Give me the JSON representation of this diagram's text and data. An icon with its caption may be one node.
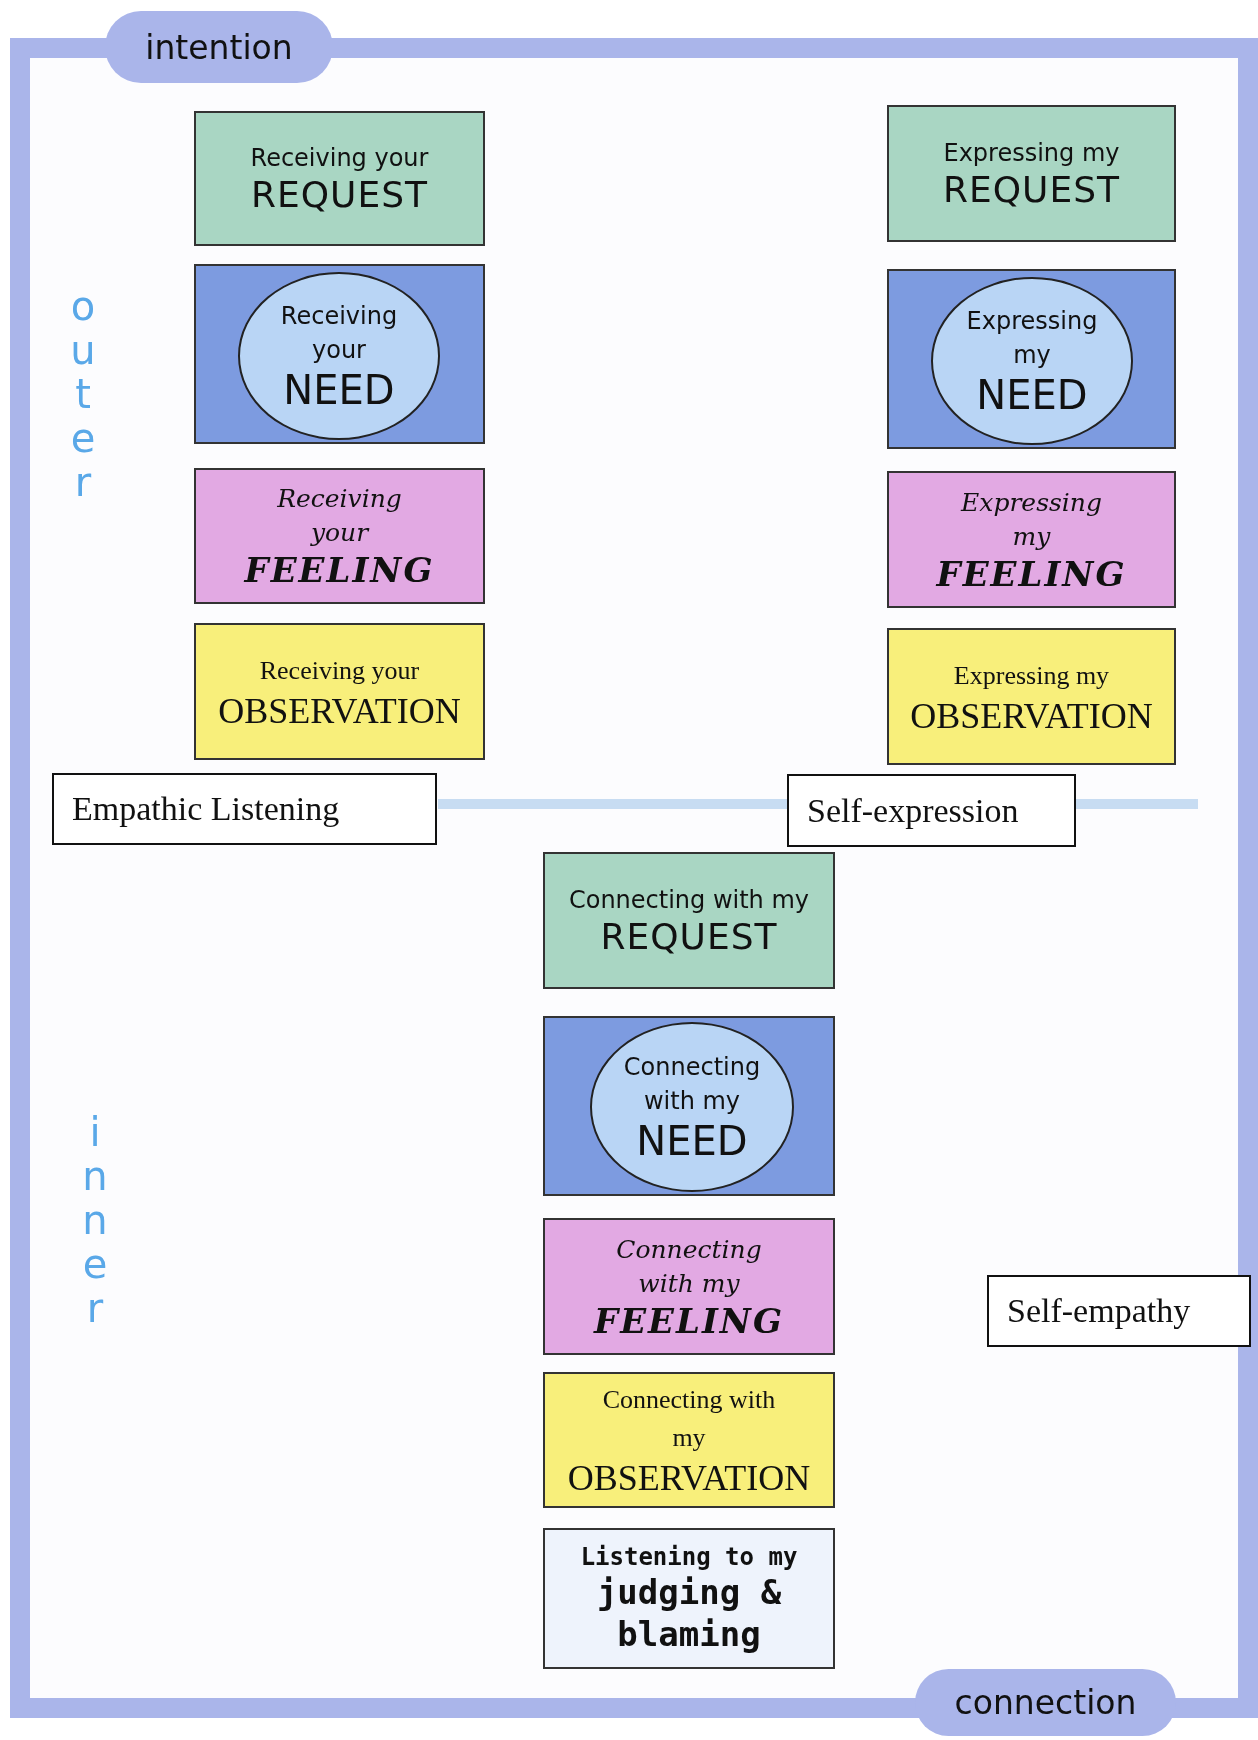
{
  "diagram": {
    "nodes": [
      {
        "text": [
          "intention"
        ]
      },
      {
        "text": [
          "Receiving your",
          "REQUEST"
        ]
      },
      {
        "text": [
          "Expressing my",
          "REQUEST"
        ]
      },
      {
        "text": [],
        "shape": "box"
      },
      {
        "text": [
          "Receiving your",
          "NEED"
        ],
        "in": 3
      },
      {
        "text": [],
        "shape": "box"
      },
      {
        "text": [
          "Expressing my",
          "NEED"
        ],
        "in": 5
      },
      {
        "text": [
          "Receiving your",
          "FEELING"
        ]
      },
      {
        "text": [
          "Expressing my",
          "FEELING"
        ]
      },
      {
        "text": [
          "Receiving your",
          "OBSERVATION"
        ]
      },
      {
        "text": [
          "Expressing my",
          "OBSERVATION"
        ]
      },
      {
        "text": [
          "Empathic Listening"
        ]
      },
      {
        "text": [
          "Self-expression"
        ]
      },
      {
        "text": [
          "Connecting with my",
          "REQUEST"
        ]
      },
      {
        "text": [],
        "shape": "box"
      },
      {
        "text": [
          "Connecting with my",
          "NEED"
        ],
        "in": 14
      },
      {
        "text": [
          "Connecting with my",
          "FEELING"
        ]
      },
      {
        "text": [
          "Self-empathy"
        ]
      },
      {
        "text": [
          "Connecting with my",
          "OBSERVATION"
        ]
      },
      {
        "text": [
          "Listening to my",
          "judging & blaming"
        ]
      },
      {
        "text": [
          "connection"
        ]
      }
    ],
    "labels": [
      "outer",
      "inner"
    ]
  }
}
